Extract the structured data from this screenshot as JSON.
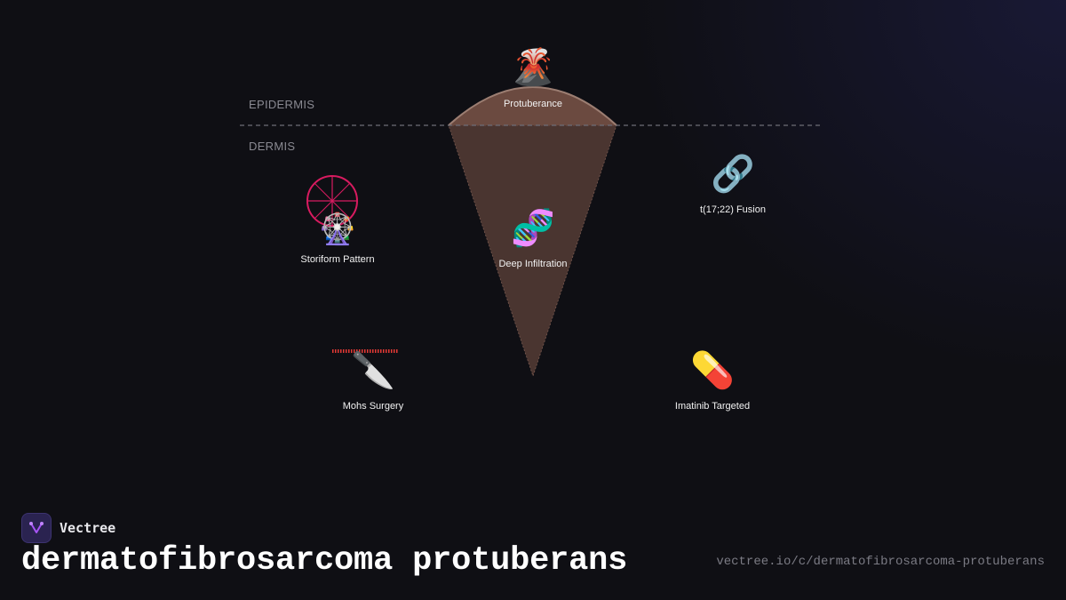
{
  "layers": {
    "epidermis": "EPIDERMIS",
    "dermis": "DERMIS"
  },
  "nodes": {
    "protuberance": {
      "label": "Protuberance",
      "icon": "🌋",
      "icon_name": "volcano-icon"
    },
    "storiform": {
      "label": "Storiform Pattern",
      "icon": "🎡",
      "icon_name": "ferris-wheel-icon"
    },
    "infiltration": {
      "label": "Deep Infiltration",
      "icon": "🧬",
      "icon_name": "dna-icon"
    },
    "fusion": {
      "label": "t(17;22) Fusion",
      "icon": "🔗",
      "icon_name": "link-icon"
    },
    "mohs": {
      "label": "Mohs Surgery",
      "icon": "🔪",
      "icon_name": "knife-icon"
    },
    "imatinib": {
      "label": "Imatinib Targeted",
      "icon": "💊",
      "icon_name": "pill-icon"
    }
  },
  "colors": {
    "background": "#0f0f14",
    "tumor_fill": "#4a3530",
    "tumor_dome": "#6b4a40",
    "storiform_wheel": "#d81b60",
    "margin_dots": "#e53935",
    "brand_purple": "#a855f7"
  },
  "footer": {
    "brand": "Vectree",
    "title": "dermatofibrosarcoma protuberans",
    "url": "vectree.io/c/dermatofibrosarcoma-protuberans"
  }
}
